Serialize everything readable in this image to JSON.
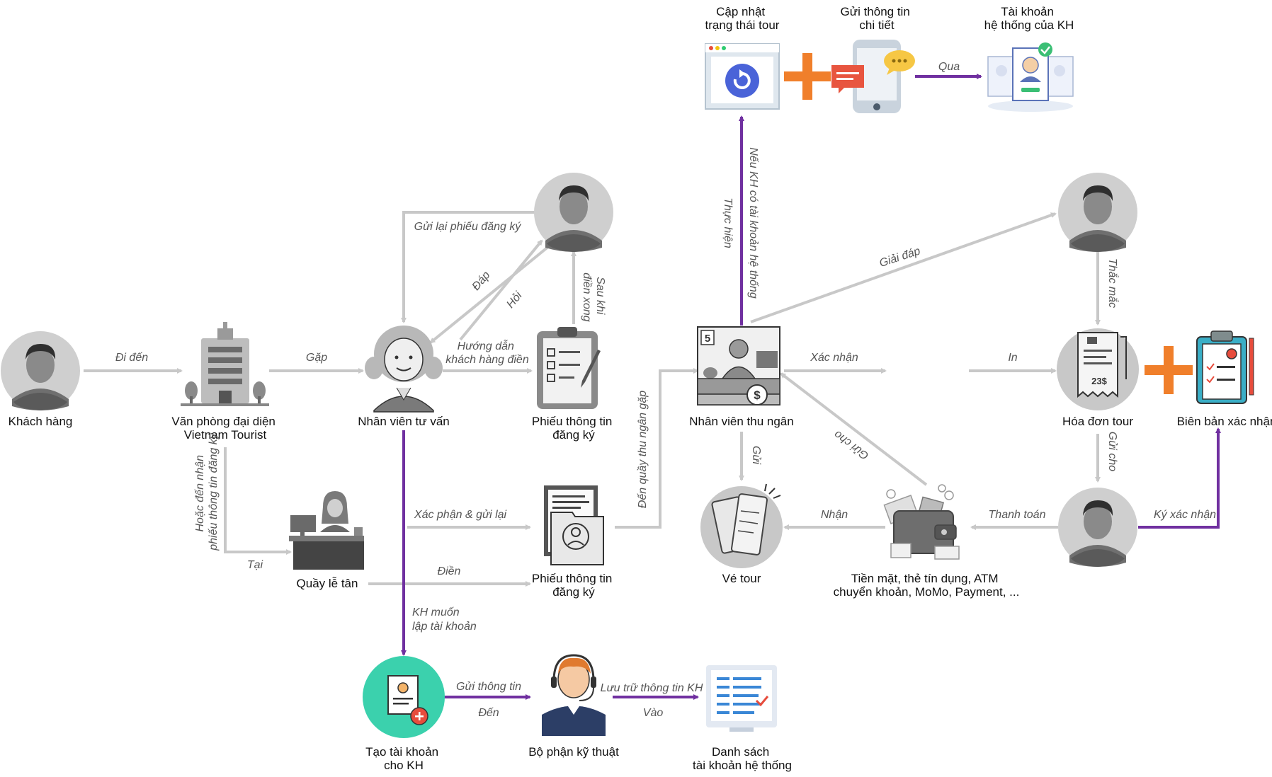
{
  "nodes": {
    "customer": "Khách hàng",
    "office": [
      "Văn phòng đại diện",
      "Vietnam Tourist"
    ],
    "consultant": "Nhân viên tư vấn",
    "form_top": [
      "Phiếu thông tin",
      "đăng ký"
    ],
    "reception": "Quầy lễ tân",
    "form_mid": [
      "Phiếu thông tin",
      "đăng ký"
    ],
    "create_account": [
      "Tạo tài khoản",
      "cho KH"
    ],
    "tech_dept": "Bộ phận kỹ thuật",
    "account_list": [
      "Danh sách",
      "tài khoản hệ thống"
    ],
    "cashier": "Nhân viên thu ngân",
    "ticket": "Vé tour",
    "payment": [
      "Tiền mặt, thẻ tín dụng, ATM",
      "chuyển khoản, MoMo, Payment, ..."
    ],
    "invoice": "Hóa đơn tour",
    "confirmation": "Biên bản xác nhận",
    "update_status": [
      "Cập nhật",
      "trạng thái tour"
    ],
    "send_detail": [
      "Gửi thông tin",
      "chi tiết"
    ],
    "system_account": [
      "Tài khoản",
      "hệ thống của KH"
    ]
  },
  "edges": {
    "di_den": "Đi đến",
    "gap": "Gặp",
    "huong_dan": [
      "Hướng dẫn",
      "khách hàng điền"
    ],
    "gui_lai_phieu": "Gửi lại phiếu đăng ký",
    "dap": "Đáp",
    "hoi": "Hỏi",
    "sau_khi": [
      "Sau khi",
      "điền xong"
    ],
    "hoac_den_nhan": [
      "Hoặc đến nhận",
      "phiếu thông tin đăng ký"
    ],
    "tai": "Tại",
    "xac_phan": "Xác phận & gửi lại",
    "dien": "Điền",
    "kh_muon": [
      "KH muốn",
      "lập tài khoản"
    ],
    "gui_thong_tin": "Gửi thông tin",
    "den": "Đến",
    "luu_tru": "Lưu trữ thông tin KH",
    "vao": "Vào",
    "den_quay": "Đến quầy thu ngân gặp",
    "thuc_hien": "Thực hiện",
    "neu_kh": "Nếu KH có tài khoản hệ thống",
    "giai_dap": "Giải đáp",
    "xac_nhan": "Xác nhận",
    "in": "In",
    "gui": "Gửi",
    "gui_cho_diag": "Gửi cho",
    "nhan": "Nhận",
    "thanh_toan": "Thanh toán",
    "thac_mac": "Thắc mắc",
    "gui_cho": "Gửi cho",
    "ky_xac_nhan": "Ký xác nhận",
    "qua": "Qua"
  },
  "icons": {
    "customer": "person-avatar-icon",
    "office": "office-building-icon",
    "consultant": "female-consultant-icon",
    "form": "clipboard-checklist-icon",
    "reception": "reception-desk-icon",
    "document": "document-folder-icon",
    "create_account": "create-account-icon",
    "tech": "support-agent-icon",
    "list": "account-list-icon",
    "cashier": "cashier-counter-icon",
    "ticket": "ticket-icon",
    "wallet": "wallet-icon",
    "invoice": "invoice-receipt-icon",
    "confirmation": "confirmation-clipboard-icon",
    "refresh": "refresh-window-icon",
    "plus": "plus-icon",
    "phone": "phone-message-icon",
    "accounts": "account-cards-icon"
  },
  "colors": {
    "grey_arrow": "#c8c8c8",
    "purple_arrow": "#7030a0",
    "plus": "#f07f2b",
    "teal": "#3bd1ad"
  }
}
